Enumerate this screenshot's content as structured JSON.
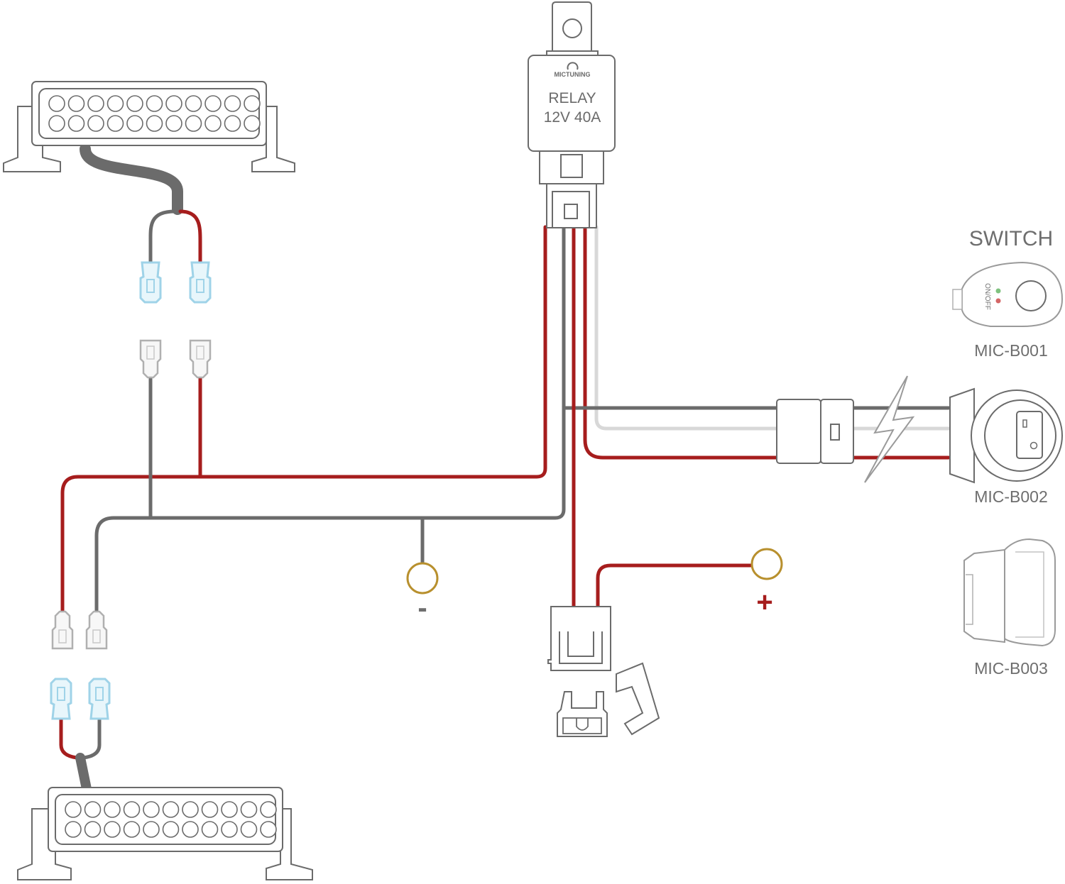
{
  "relay": {
    "brand": "MICTUNING",
    "title": "RELAY",
    "rating": "12V 40A"
  },
  "switch_panel": {
    "heading": "SWITCH",
    "models": [
      "MIC-B001",
      "MIC-B002",
      "MIC-B003"
    ],
    "b001_face_text": "ON/OFF"
  },
  "terminals": {
    "negative_symbol": "-",
    "positive_symbol": "+"
  },
  "colors": {
    "red_wire": "#a61d1d",
    "gray_wire": "#6b6b6b",
    "white_wire": "#e6e6e6",
    "outline": "#6b6b6b",
    "ring_terminal": "#b8902e",
    "connector_blue": "#9fd3e8",
    "positive_sign": "#a61d1d"
  }
}
